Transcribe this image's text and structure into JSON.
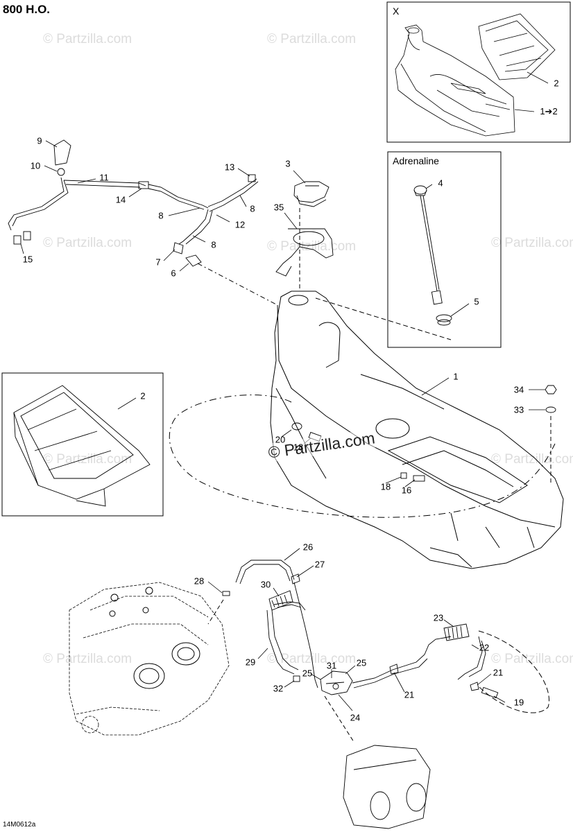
{
  "diagram": {
    "title": "800 H.O.",
    "reference_code": "14M0612a",
    "watermark_text": "© Partzilla.com",
    "main_watermark_text": "© Partzilla.com",
    "insets": {
      "x": {
        "title": "X",
        "conversion_label": "1➔2"
      },
      "adrenaline": {
        "title": "Adrenaline"
      }
    },
    "callouts": {
      "c9": "9",
      "c10": "10",
      "c11": "11",
      "c14": "14",
      "c15": "15",
      "c13": "13",
      "c8a": "8",
      "c8b": "8",
      "c8c": "8",
      "c12": "12",
      "c7": "7",
      "c6": "6",
      "c3": "3",
      "c35": "35",
      "c4": "4",
      "c5": "5",
      "c2x": "2",
      "c2": "2",
      "c1": "1",
      "c34": "34",
      "c33": "33",
      "c20": "20",
      "c18": "18",
      "c16": "16",
      "c26": "26",
      "c27": "27",
      "c28": "28",
      "c30": "30",
      "c29": "29",
      "c31": "31",
      "c25a": "25",
      "c25b": "25",
      "c32": "32",
      "c24": "24",
      "c21a": "21",
      "c21b": "21",
      "c23": "23",
      "c22": "22",
      "c19": "19"
    },
    "colors": {
      "line": "#000000",
      "watermark": "#dcdcdc"
    }
  }
}
